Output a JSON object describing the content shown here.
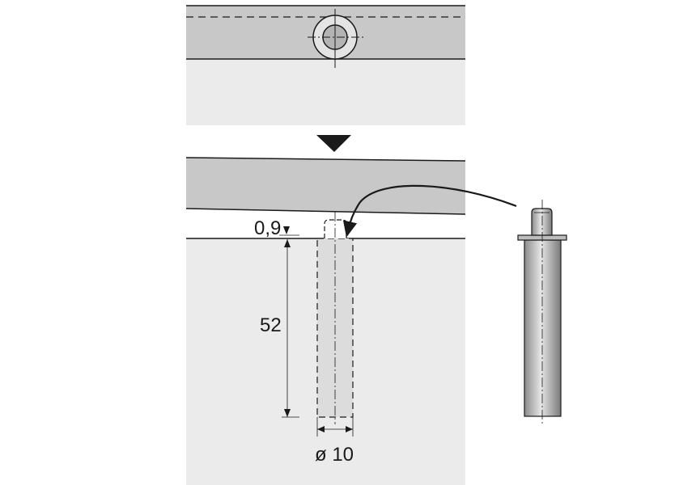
{
  "dimensions": {
    "recess_depth": "0,9",
    "drill_depth": "52",
    "drill_diameter": "ø 10"
  },
  "colors": {
    "panel_dark": "#c8c8c8",
    "panel_light": "#ebebec",
    "hole_fill": "#dcdcdc",
    "line": "#1a1a1a"
  }
}
